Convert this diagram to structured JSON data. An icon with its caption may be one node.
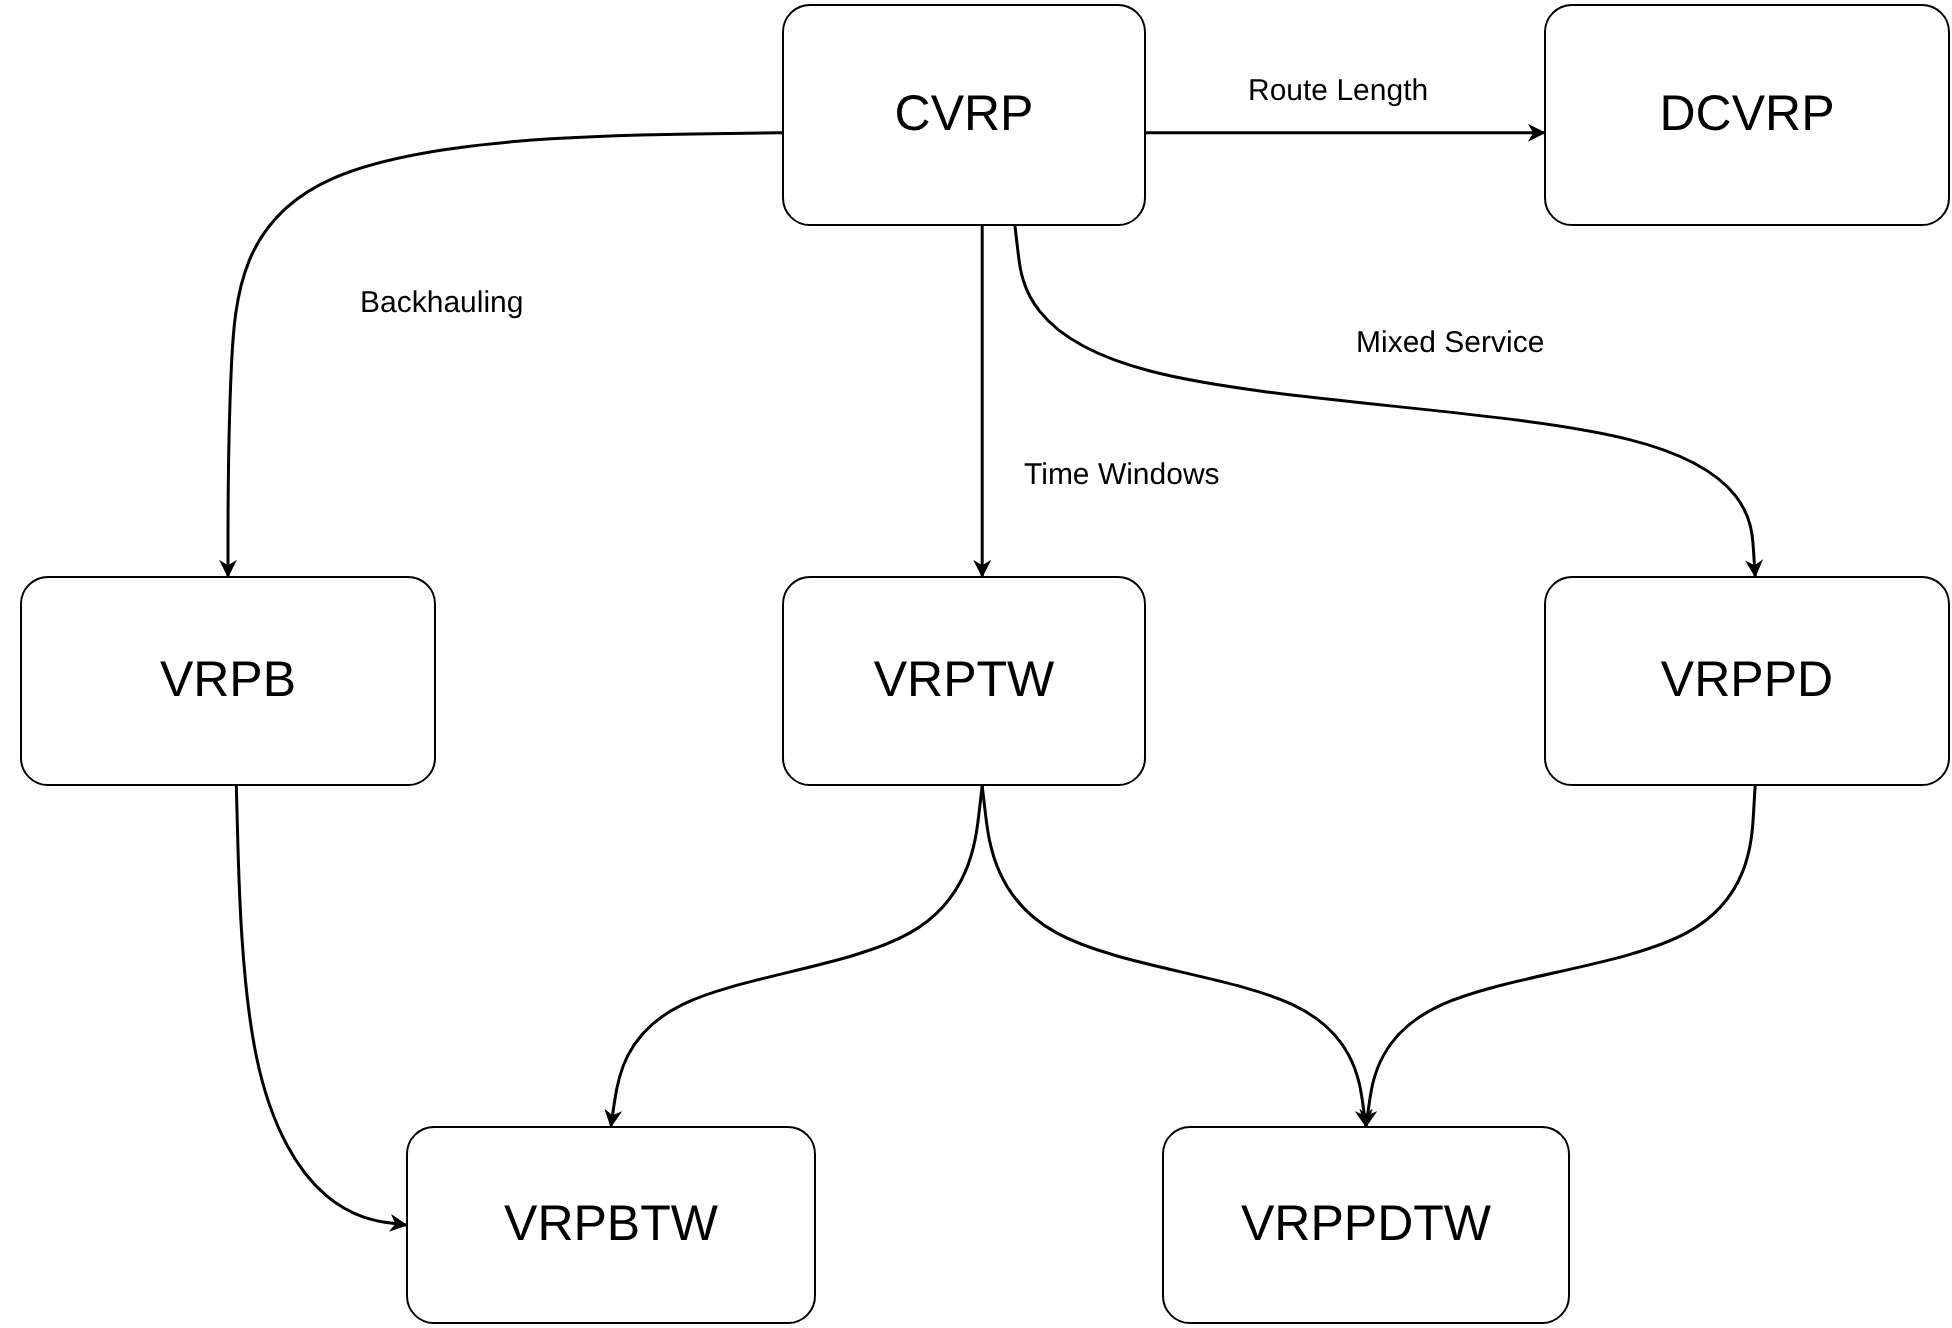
{
  "diagram": {
    "nodes": [
      {
        "text": [
          "CVRP"
        ]
      },
      {
        "text": [
          "DCVRP"
        ]
      },
      {
        "text": [
          "VRPB"
        ]
      },
      {
        "text": [
          "VRPTW"
        ]
      },
      {
        "text": [
          "VRPPD"
        ]
      },
      {
        "text": [
          "VRPBTW"
        ]
      },
      {
        "text": [
          "VRPPDTW"
        ]
      }
    ],
    "edges": [
      {
        "from": 0,
        "to": 1,
        "arrow": "to",
        "label": "Route Length"
      },
      {
        "from": 0,
        "to": 2,
        "arrow": "to",
        "label": "Backhauling"
      },
      {
        "from": 0,
        "to": 3,
        "arrow": "to",
        "label": "Time Windows"
      },
      {
        "from": 0,
        "to": 4,
        "arrow": "to",
        "label": "Mixed Service"
      },
      {
        "from": 2,
        "to": 5,
        "arrow": "to"
      },
      {
        "from": 3,
        "to": 5,
        "arrow": "to"
      },
      {
        "from": 3,
        "to": 6,
        "arrow": "to"
      },
      {
        "from": 4,
        "to": 6,
        "arrow": "to"
      }
    ]
  }
}
